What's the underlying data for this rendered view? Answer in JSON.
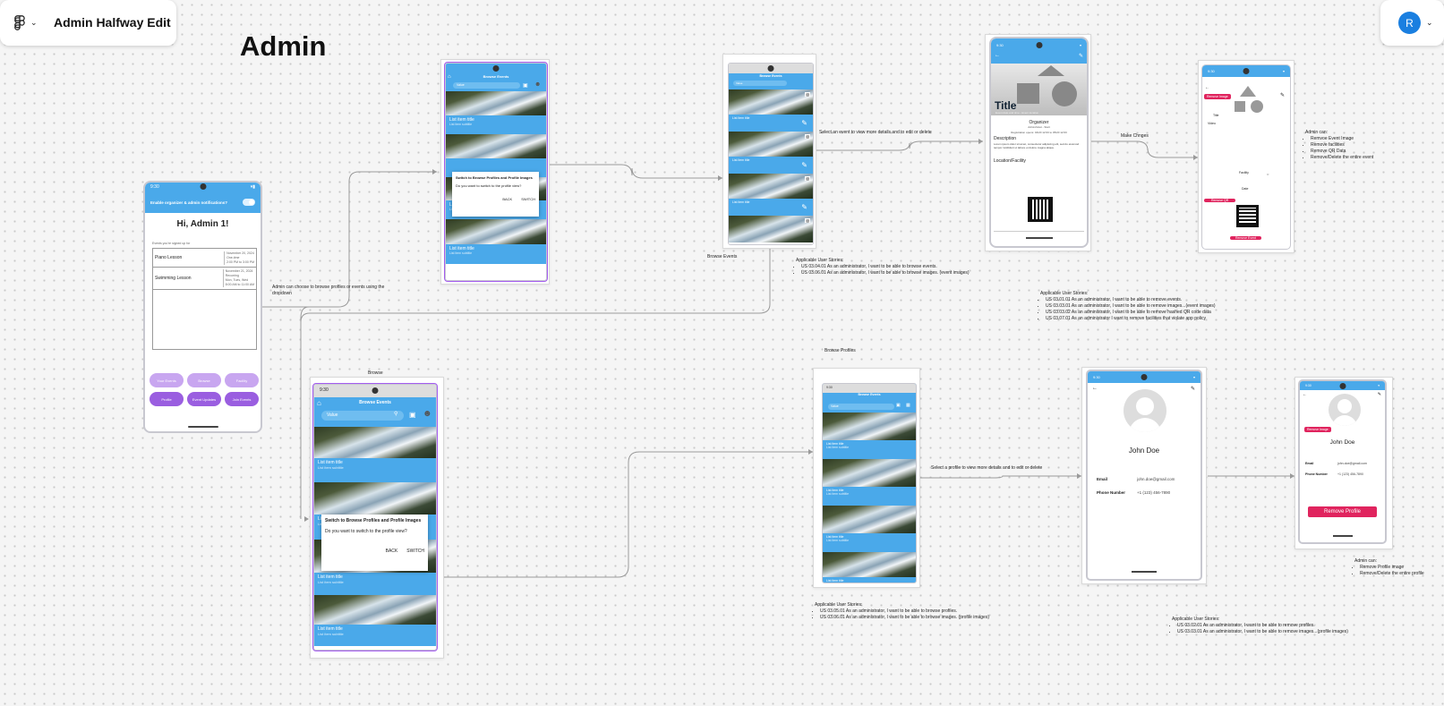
{
  "app": {
    "file_title": "Admin Halfway Edit",
    "avatar_initial": "R"
  },
  "canvas": {
    "heading": "Admin"
  },
  "home_phone": {
    "time": "9:30",
    "notif_label": "Enable organizer & admin notifications?",
    "greeting": "Hi, Admin 1!",
    "section_label": "Events you're signed up for",
    "events": [
      {
        "name": "Piano Lesson",
        "date": "November 20, 2024",
        "l2": "One-time",
        "l3": "2:00 PM to 3:00 PM"
      },
      {
        "name": "Swimming Lesson",
        "date": "November 21, 2024",
        "l2": "Recurring",
        "l3": "Mon, Tues, Wed",
        "l4": "8:00 AM to 11:00 AM"
      }
    ],
    "buttons": [
      "Your Events",
      "Browse",
      "Facility",
      "Profile",
      "Event Updates",
      "Join Events"
    ]
  },
  "browse_dialog_small": {
    "title": "Browse Events",
    "search": "Value",
    "dialog_title": "Switch to Browse Profiles and Profile Images",
    "dialog_body": "Do you want to switch to the profile view?",
    "back": "BACK",
    "switch": "SWITCH",
    "item_title": "List item title",
    "item_sub": "List item subtitle"
  },
  "browse_events_list": {
    "frame_label": "Browse Events",
    "title": "Browse Events",
    "search": "Value",
    "item_title": "List item title",
    "item_sub": "List item subtitle"
  },
  "event_detail": {
    "title": "Title",
    "subtitle": "Event date and time - Event location",
    "organizer": "Organizer",
    "organizer_sub": "Admin/Host - Start",
    "reg": "Registration opens: 04/20 12:00 to 05/20 12:00",
    "desc_h": "Description",
    "desc": "Lorem ipsum dolor sit amet, consectetur adipiscing elit, sed do eiusmod tempor incididunt ut labore et dolore magna aliqua.",
    "loc": "Location/Facility"
  },
  "event_edit": {
    "remove_image": "Remove Image",
    "title": "Title",
    "video": "Video",
    "facility": "Facility",
    "date": "Date",
    "remove_qr": "Remove QR",
    "remove_event": "Remove Event"
  },
  "browse_large": {
    "frame_label": "Browse ",
    "time": "9:30",
    "title": "Browse Events",
    "search": "Value",
    "dialog_title": "Switch to Browse Profiles and Profile Images",
    "dialog_body": "Do you want to switch to the profile view?",
    "back": "BACK",
    "switch": "SWITCH",
    "item_title": "List item title",
    "item_sub": "List item subtitle"
  },
  "browse_profiles": {
    "frame_label": "Browse Profiles",
    "time": "9:30",
    "title": "Browse Events",
    "search": "Value",
    "item_title": "List item title",
    "item_sub": "List item subtitle"
  },
  "profile_detail": {
    "name": "John Doe",
    "email_label": "Email",
    "email": "john.doe@gmail.com",
    "phone_label": "Phone Number",
    "phone": "+1 (123) 456-7890"
  },
  "profile_edit": {
    "remove_image": "Remove Image",
    "name": "John Doe",
    "email_label": "Email",
    "email": "john.doe@gmail.com",
    "phone_label": "Phone Number",
    "phone": "+1 (123) 456-7890",
    "remove_btn": "Remove Profile"
  },
  "notes": {
    "admin_choose": "Admin can choose to browse profiles or events using the dropdown",
    "select_event": "Select an event to view more details and to edit or delete",
    "make_changes": "Make Chnges",
    "select_profile": "Select a profile to view more details and to edit or delete",
    "admin_can_event_h": "Admin can:",
    "admin_can_event": [
      "Remvoe Event Image",
      "Remove facilities",
      "Remove QR Data",
      "Remove/Delete the entire event"
    ],
    "stories1_h": "Applicable User Stories:",
    "stories1": [
      "US 03.04.01 As an administrator, I want to be able to browse events.",
      "US 03.06.01 As an administrator, I want to be able to browse images. (event images)"
    ],
    "stories2_h": "Applicable User Stories:",
    "stories2": [
      "US 03.01.01 As an administrator, I want to be able to remove events.",
      "US 03.03.01 As an administrator, I want to be able to remove images...(event images)",
      "US 03.03.02 As an administrator, I want to be able to remove hashed QR code data",
      "US 03.07.01 As an administrator I want to remove facilities that violate app policy"
    ],
    "stories3_h": "Applicable User Stories:",
    "stories3": [
      "US 03.05.01 As an administrator, I want to be able to browse profiles.",
      "US 03.06.01 As an administrator, I want to be able to browse images. (profile images)"
    ],
    "stories4_h": "Applicable User Stories:",
    "stories4": [
      "US 03.02.01 As an administrator, I want to be able to remove profiles.",
      "US 03.03.01 As an administrator, I want to be able to remove images...(profile images)"
    ],
    "admin_can_profile_h": "Admin can:",
    "admin_can_profile": [
      "Remove Profile image",
      "Remove/Delete the entire profile"
    ]
  }
}
